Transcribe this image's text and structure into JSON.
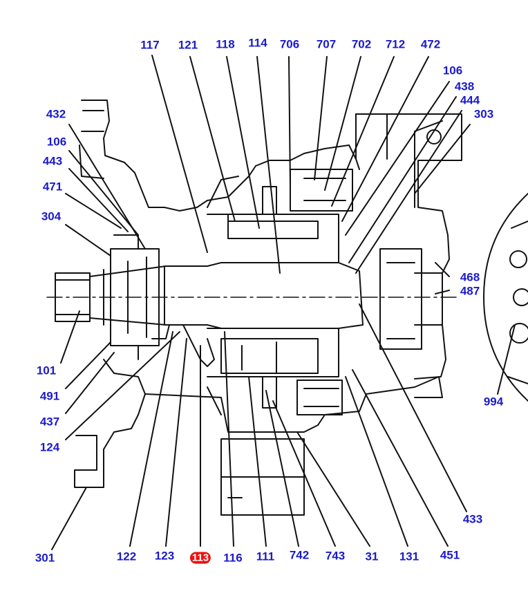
{
  "diagram": {
    "callouts": [
      {
        "id": "c117",
        "text": "117"
      },
      {
        "id": "c121",
        "text": "121"
      },
      {
        "id": "c118",
        "text": "118"
      },
      {
        "id": "c114",
        "text": "114"
      },
      {
        "id": "c706",
        "text": "706"
      },
      {
        "id": "c707",
        "text": "707"
      },
      {
        "id": "c702",
        "text": "702"
      },
      {
        "id": "c712",
        "text": "712"
      },
      {
        "id": "c472",
        "text": "472"
      },
      {
        "id": "c106a",
        "text": "106"
      },
      {
        "id": "c438",
        "text": "438"
      },
      {
        "id": "c444",
        "text": "444"
      },
      {
        "id": "c303",
        "text": "303"
      },
      {
        "id": "c432",
        "text": "432"
      },
      {
        "id": "c106b",
        "text": "106"
      },
      {
        "id": "c443",
        "text": "443"
      },
      {
        "id": "c471",
        "text": "471"
      },
      {
        "id": "c304",
        "text": "304"
      },
      {
        "id": "c468",
        "text": "468"
      },
      {
        "id": "c487",
        "text": "487"
      },
      {
        "id": "c101",
        "text": "101"
      },
      {
        "id": "c491",
        "text": "491"
      },
      {
        "id": "c437",
        "text": "437"
      },
      {
        "id": "c124",
        "text": "124"
      },
      {
        "id": "c994",
        "text": "994"
      },
      {
        "id": "c433",
        "text": "433"
      },
      {
        "id": "c301",
        "text": "301"
      },
      {
        "id": "c122",
        "text": "122"
      },
      {
        "id": "c123",
        "text": "123"
      },
      {
        "id": "c113",
        "text": "113"
      },
      {
        "id": "c116",
        "text": "116"
      },
      {
        "id": "c111",
        "text": "111"
      },
      {
        "id": "c742",
        "text": "742"
      },
      {
        "id": "c743",
        "text": "743"
      },
      {
        "id": "c31",
        "text": "31"
      },
      {
        "id": "c131",
        "text": "131"
      },
      {
        "id": "c451",
        "text": "451"
      }
    ],
    "highlighted": "113",
    "colors": {
      "label": "#1a1acc",
      "highlight": "#ee1111",
      "line": "#111111"
    }
  }
}
